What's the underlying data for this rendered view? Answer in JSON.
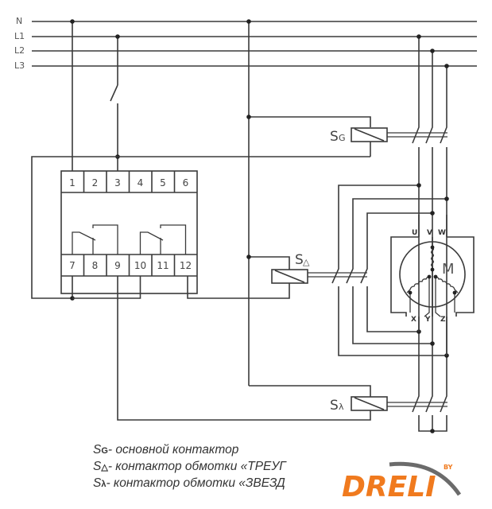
{
  "buses": [
    {
      "label": "N"
    },
    {
      "label": "L1"
    },
    {
      "label": "L2"
    },
    {
      "label": "L3"
    }
  ],
  "relay": {
    "top_terminals": [
      "1",
      "2",
      "3",
      "4",
      "5",
      "6"
    ],
    "bottom_terminals": [
      "7",
      "8",
      "9",
      "10",
      "11",
      "12"
    ]
  },
  "coils": {
    "main": {
      "symbol": "S",
      "sub": "G"
    },
    "delta": {
      "symbol": "S",
      "sub": "△"
    },
    "star": {
      "symbol": "S",
      "sub": "λ"
    }
  },
  "motor": {
    "label": "M",
    "terminals_top": [
      "U",
      "V",
      "W"
    ],
    "terminals_bottom": [
      "X",
      "Y",
      "Z"
    ]
  },
  "legend": [
    {
      "symbol": "S",
      "sub": "G",
      "text": "- основной контактор"
    },
    {
      "symbol": "S",
      "sub": "△",
      "text": "- контактор обмотки «ТРЕУГ"
    },
    {
      "symbol": "S",
      "sub": "λ",
      "text": "- контактор обмотки «ЗВЕЗД"
    }
  ],
  "logo": {
    "text": "DRELI",
    "by": "BY",
    "color": "#f07a1e",
    "swoosh_color": "#6b6b6b"
  }
}
